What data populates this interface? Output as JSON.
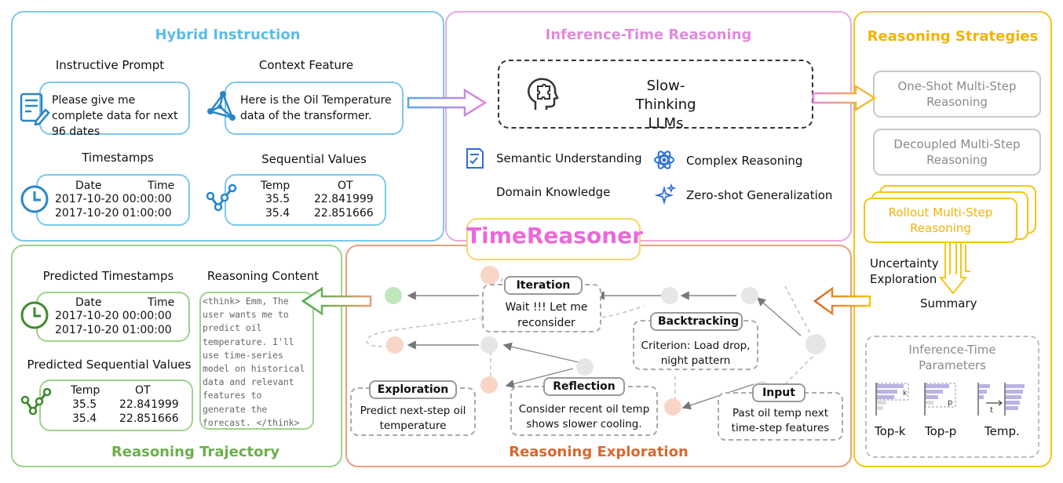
{
  "hybrid": {
    "title": "Hybrid Instruction",
    "instructive_title": "Instructive Prompt",
    "instructive_text": "Please give me complete data for next 96 dates",
    "context_title": "Context Feature",
    "context_text": "Here is the Oil Temperature data of the transformer.",
    "timestamps_title": "Timestamps",
    "timestamps_header": [
      "Date",
      "Time"
    ],
    "timestamps_rows": [
      "2017-10-20 00:00:00",
      "2017-10-20 01:00:00"
    ],
    "values_title": "Sequential Values",
    "values_header": [
      "Temp",
      "OT"
    ],
    "values_rows": [
      [
        "35.5",
        "22.841999"
      ],
      [
        "35.4",
        "22.851666"
      ]
    ]
  },
  "inference": {
    "title": "Inference-Time Reasoning",
    "llm_label": "Slow-Thinking LLMs",
    "features": [
      "Semantic Understanding",
      "Complex Reasoning",
      "Domain Knowledge",
      "Zero-shot Generalization"
    ]
  },
  "strategies": {
    "title": "Reasoning Strategies",
    "items": [
      "One-Shot Multi-Step Reasoning",
      "Decoupled Multi-Step Reasoning",
      "Rollout Multi-Step Reasoning"
    ],
    "uncertainty": "Uncertainty Exploration",
    "summary": "Summary",
    "params_title": "Inference-Time Parameters",
    "params": [
      "Top-k",
      "Top-p",
      "Temp."
    ],
    "param_marks": [
      "k",
      "p",
      "t"
    ]
  },
  "center_title": "TimeReasoner",
  "trajectory": {
    "title": "Reasoning Trajectory",
    "pred_ts_title": "Predicted Timestamps",
    "pred_ts_header": [
      "Date",
      "Time"
    ],
    "pred_ts_rows": [
      "2017-10-20 00:00:00",
      "2017-10-20 01:00:00"
    ],
    "pred_vals_title": "Predicted Sequential Values",
    "pred_vals_header": [
      "Temp",
      "OT"
    ],
    "pred_vals_rows": [
      [
        "35.5",
        "22.841999"
      ],
      [
        "35.4",
        "22.851666"
      ]
    ],
    "content_title": "Reasoning Content",
    "content_text": "<think> Emm, The user wants me to predict oil temperature. I'll use time-series model on historical data and relevant features to generate the forecast. </think>"
  },
  "exploration": {
    "title": "Reasoning Exploration",
    "iteration_tag": "Iteration",
    "iteration_text": "Wait !!! Let me reconsider",
    "backtracking_tag": "Backtracking",
    "backtracking_text": "Criterion: Load drop, night pattern",
    "exploration_tag": "Exploration",
    "exploration_text": "Predict next-step oil temperature",
    "reflection_tag": "Reflection",
    "reflection_text": "Consider recent oil temp shows slower cooling.",
    "input_tag": "Input",
    "input_text": "Past oil temp next time-step features"
  },
  "colors": {
    "hybrid": "#7cc8ec",
    "inference": "#e8a8e4",
    "strategies": "#f5c518",
    "trajectory": "#9fd28a",
    "exploration": "#e8a07a",
    "hybrid_title": "#5bbce8",
    "inference_title": "#e08ade",
    "strategies_title": "#f2b400",
    "trajectory_title": "#6ab04c",
    "exploration_title": "#d8682f",
    "center_title": "#ea6ad8"
  }
}
